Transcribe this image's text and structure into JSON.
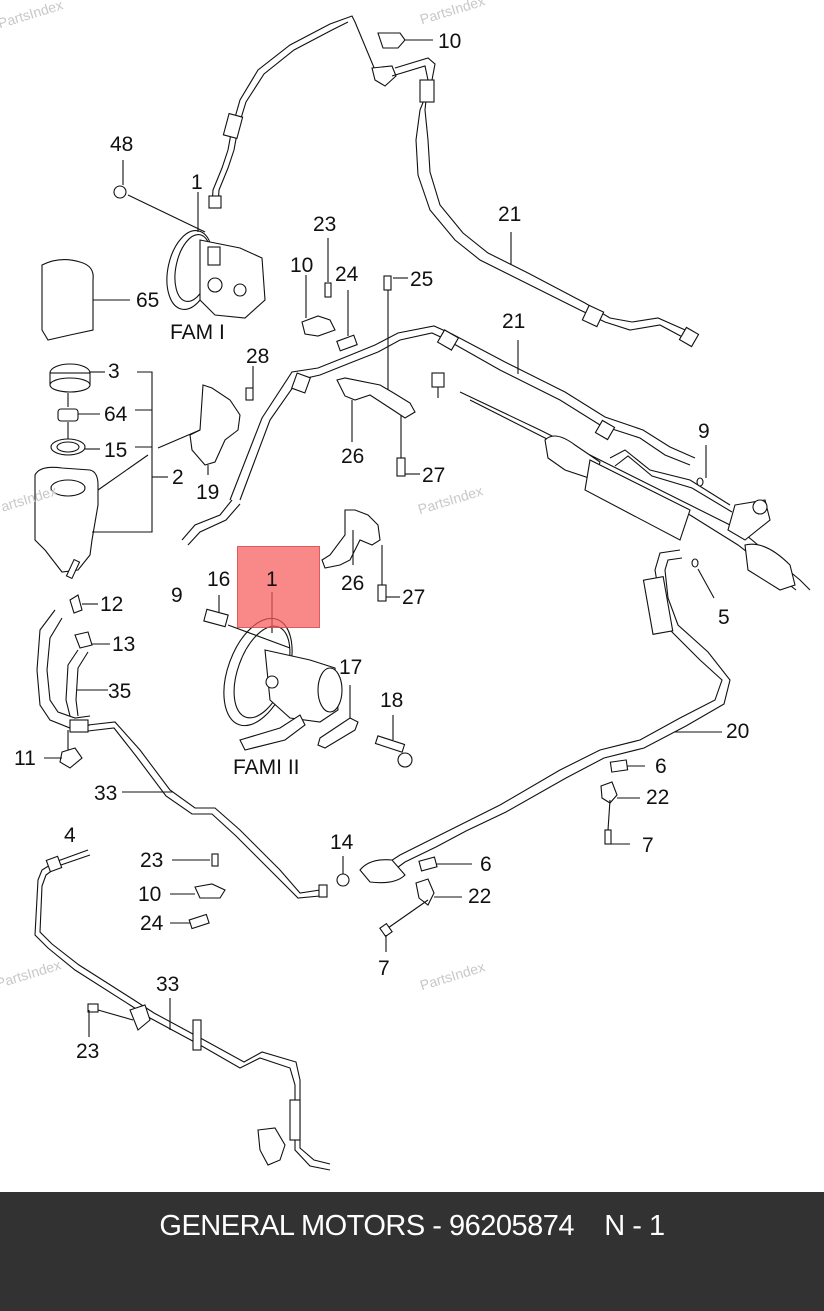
{
  "diagram": {
    "title": "Power steering system exploded parts diagram",
    "watermark": "PartsIndex",
    "highlighted_part": "1",
    "groups": [
      {
        "id": "fam1",
        "label": "FAM I"
      },
      {
        "id": "fam2",
        "label": "FAMI II"
      }
    ],
    "callouts": [
      {
        "id": "c48",
        "text": "48"
      },
      {
        "id": "c1a",
        "text": "1"
      },
      {
        "id": "c65",
        "text": "65"
      },
      {
        "id": "c10a",
        "text": "10"
      },
      {
        "id": "c21a",
        "text": "21"
      },
      {
        "id": "c23a",
        "text": "23"
      },
      {
        "id": "c10b",
        "text": "10"
      },
      {
        "id": "c24a",
        "text": "24"
      },
      {
        "id": "c25",
        "text": "25"
      },
      {
        "id": "c21b",
        "text": "21"
      },
      {
        "id": "c3",
        "text": "3"
      },
      {
        "id": "c28",
        "text": "28"
      },
      {
        "id": "c64",
        "text": "64"
      },
      {
        "id": "c15",
        "text": "15"
      },
      {
        "id": "c2",
        "text": "2"
      },
      {
        "id": "c19",
        "text": "19"
      },
      {
        "id": "c26a",
        "text": "26"
      },
      {
        "id": "c27a",
        "text": "27"
      },
      {
        "id": "c9a",
        "text": "9"
      },
      {
        "id": "c9b",
        "text": "9"
      },
      {
        "id": "c16",
        "text": "16"
      },
      {
        "id": "c1b",
        "text": "1"
      },
      {
        "id": "c26b",
        "text": "26"
      },
      {
        "id": "c27b",
        "text": "27"
      },
      {
        "id": "c5",
        "text": "5"
      },
      {
        "id": "c12",
        "text": "12"
      },
      {
        "id": "c13",
        "text": "13"
      },
      {
        "id": "c17",
        "text": "17"
      },
      {
        "id": "c35",
        "text": "35"
      },
      {
        "id": "c18",
        "text": "18"
      },
      {
        "id": "c20",
        "text": "20"
      },
      {
        "id": "c11",
        "text": "11"
      },
      {
        "id": "c6a",
        "text": "6"
      },
      {
        "id": "c33a",
        "text": "33"
      },
      {
        "id": "c22a",
        "text": "22"
      },
      {
        "id": "c7a",
        "text": "7"
      },
      {
        "id": "c4",
        "text": "4"
      },
      {
        "id": "c14",
        "text": "14"
      },
      {
        "id": "c6b",
        "text": "6"
      },
      {
        "id": "c23b",
        "text": "23"
      },
      {
        "id": "c22b",
        "text": "22"
      },
      {
        "id": "c10c",
        "text": "10"
      },
      {
        "id": "c24b",
        "text": "24"
      },
      {
        "id": "c7b",
        "text": "7"
      },
      {
        "id": "c33b",
        "text": "33"
      },
      {
        "id": "c23c",
        "text": "23"
      }
    ]
  },
  "footer": {
    "text": "GENERAL MOTORS - 96205874    N - 1",
    "brand": "GENERAL MOTORS",
    "part_number": "96205874",
    "position": "N - 1"
  }
}
